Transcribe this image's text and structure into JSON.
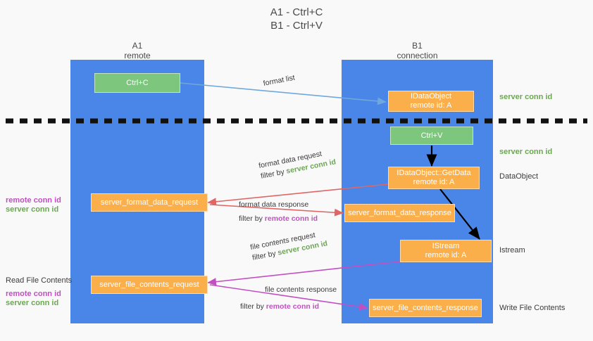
{
  "title": "A1 - Ctrl+C\nB1 - Ctrl+V",
  "columns": [
    {
      "name": "A1",
      "sub": "remote"
    },
    {
      "name": "B1",
      "sub": "connection"
    }
  ],
  "boxes": {
    "ctrl_c": {
      "line1": "Ctrl+C",
      "color": "#7dc67d"
    },
    "ctrl_v": {
      "line1": "Ctrl+V",
      "color": "#7dc67d"
    },
    "idataobject": {
      "line1": "IDataObject",
      "line2": "remote id: A",
      "color": "#fbaf4b"
    },
    "getdata": {
      "line1": "IDataObject::GetData",
      "line2": "remote id: A",
      "color": "#fbaf4b"
    },
    "istream": {
      "line1": "IStream",
      "line2": "remote id: A",
      "color": "#fbaf4b"
    },
    "format_data_request": {
      "line1": "server_format_data_request",
      "color": "#fbaf4b"
    },
    "format_data_response": {
      "line1": "server_format_data_response",
      "color": "#fbaf4b"
    },
    "file_contents_request": {
      "line1": "server_file_contents_request",
      "color": "#fbaf4b"
    },
    "file_contents_response": {
      "line1": "server_file_contents_response",
      "color": "#fbaf4b"
    }
  },
  "annotations": {
    "format_list": "format list",
    "format_data_request": {
      "line1": "format data request",
      "prefix": "filter by ",
      "filter": "server conn id"
    },
    "format_data_response": {
      "line1": "format data response",
      "prefix": "filter by ",
      "filter": "remote conn id"
    },
    "file_contents_request": {
      "line1": "file contents request",
      "prefix": "filter by ",
      "filter": "server conn id"
    },
    "file_contents_response": {
      "line1": "file contents response",
      "prefix": "filter by ",
      "filter": "remote conn id"
    }
  },
  "right_labels": {
    "server_conn_id_top": "server conn id",
    "server_conn_id_mid": "server conn id",
    "dataobject": "DataObject",
    "istream": "Istream",
    "write_file_contents": "Write File Contents"
  },
  "left_labels": {
    "remote_conn_id_a": "remote conn id",
    "server_conn_id_a": "server conn id",
    "read_file_contents": "Read File Contents",
    "remote_conn_id_b": "remote conn id",
    "server_conn_id_b": "server conn id"
  },
  "colors": {
    "lane": "#4a86e8",
    "green_box": "#7dc67d",
    "orange_box": "#fbaf4b",
    "green_text": "#6aa84f",
    "purple_text": "#c24fc2",
    "arrow_blue": "#6fa8dc",
    "arrow_red": "#e06666",
    "arrow_magenta": "#c24fc2",
    "arrow_black": "#000000",
    "background": "#f9f9f9"
  }
}
